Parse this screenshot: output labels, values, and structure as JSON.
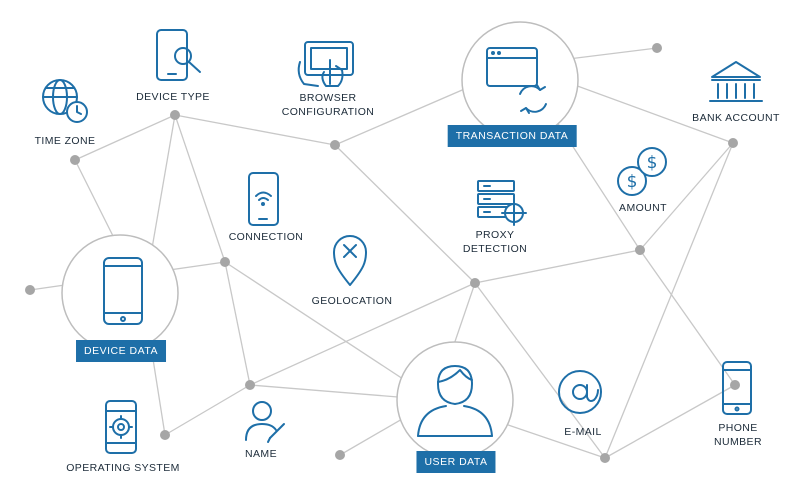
{
  "labels": {
    "device_type": "DEVICE TYPE",
    "time_zone": "TIME ZONE",
    "browser_configuration_line1": "BROWSER",
    "browser_configuration_line2": "CONFIGURATION",
    "transaction_data": "TRANSACTION DATA",
    "bank_account": "BANK ACCOUNT",
    "connection": "CONNECTION",
    "proxy_detection_line1": "PROXY",
    "proxy_detection_line2": "DETECTION",
    "amount": "AMOUNT",
    "device_data": "DEVICE DATA",
    "geolocation": "GEOLOCATION",
    "operating_system": "OPERATING SYSTEM",
    "name": "NAME",
    "user_data": "USER DATA",
    "email": "E-MAIL",
    "phone_number_line1": "PHONE",
    "phone_number_line2": "NUMBER"
  },
  "icons": {
    "device_type": "phone-magnifier-icon",
    "time_zone": "globe-clock-icon",
    "browser_configuration": "touch-screen-hand-icon",
    "transaction_data": "browser-sync-icon",
    "bank_account": "bank-building-icon",
    "connection": "phone-wifi-icon",
    "proxy_detection": "server-crosshair-icon",
    "amount": "dollar-coins-icon",
    "device_data": "smartphone-icon",
    "geolocation": "map-pin-x-icon",
    "operating_system": "phone-gear-icon",
    "name": "person-pencil-icon",
    "user_data": "user-avatar-icon",
    "email": "at-sign-icon",
    "phone_number": "mobile-phone-icon"
  },
  "colors": {
    "icon_stroke": "#1e6fa8",
    "pill_fill": "#1e6fa8",
    "line": "#c8c8c8",
    "node": "#a6a6a6",
    "hub_ring": "#bdbdbd"
  }
}
